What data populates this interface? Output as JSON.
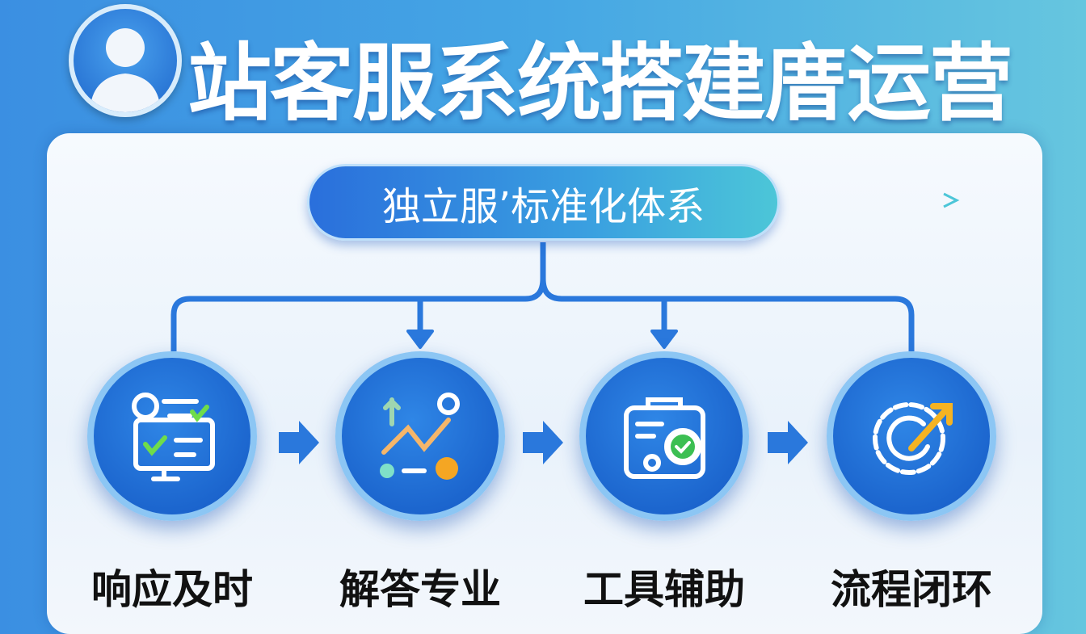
{
  "header": {
    "title": "站客服系统搭建庴运营",
    "avatar_icon": "user-avatar-icon"
  },
  "center": {
    "label": "独立服’标准化体系"
  },
  "steps": [
    {
      "label": "响应及时",
      "icon": "monitor-chat-check-icon"
    },
    {
      "label": "解答专业",
      "icon": "trend-chart-icon"
    },
    {
      "label": "工具辅助",
      "icon": "toolkit-check-icon"
    },
    {
      "label": "流程闭环",
      "icon": "gear-cycle-arrow-icon"
    }
  ],
  "colors": {
    "accent": "#1f6fd6",
    "teal": "#4cc6d8",
    "orange": "#f5a623",
    "green": "#5cc84a"
  }
}
